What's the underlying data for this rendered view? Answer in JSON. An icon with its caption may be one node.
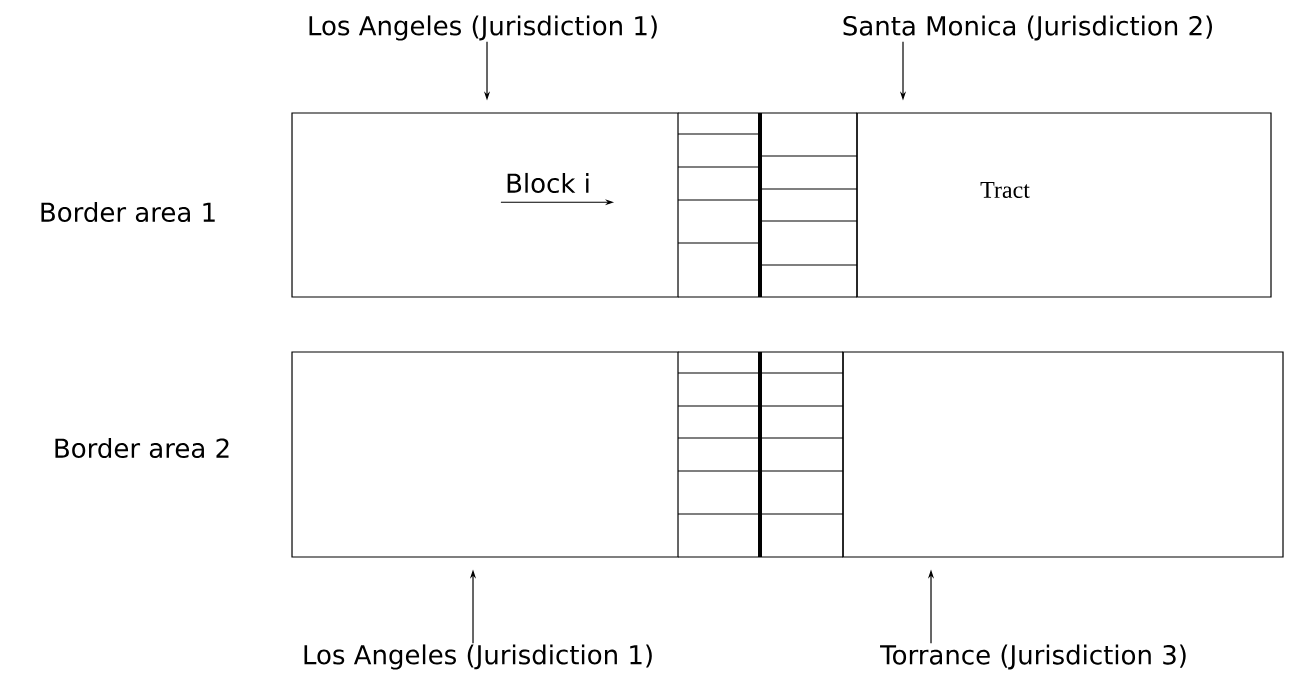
{
  "diagram": {
    "nodes": [
      {
        "text": [
          "Los Angeles (Jurisdiction 1)"
        ]
      },
      {
        "text": [
          "Santa Monica (Jurisdiction 2)"
        ]
      },
      {
        "text": [],
        "shape": "box"
      },
      {
        "text": [
          "Tract"
        ]
      },
      {
        "text": [
          "Block i"
        ],
        "in": 2
      },
      {
        "text": [],
        "shape": "box"
      },
      {
        "text": [],
        "shape": "box"
      },
      {
        "text": [
          "Los Angeles (Jurisdiction 1)"
        ]
      },
      {
        "text": [
          "Torrance (Jurisdiction 3)"
        ]
      }
    ],
    "edges": [
      {
        "from": 0,
        "to": 2,
        "arrow": "to"
      },
      {
        "from": 1,
        "to": 3,
        "arrow": "to"
      },
      {
        "from": 4,
        "to": null,
        "arrow": "to"
      },
      {
        "from": 7,
        "to": 5,
        "arrow": "to"
      },
      {
        "from": 8,
        "to": 6,
        "arrow": "to"
      }
    ],
    "labels": [
      "Border area 1",
      "Border area 2"
    ]
  }
}
